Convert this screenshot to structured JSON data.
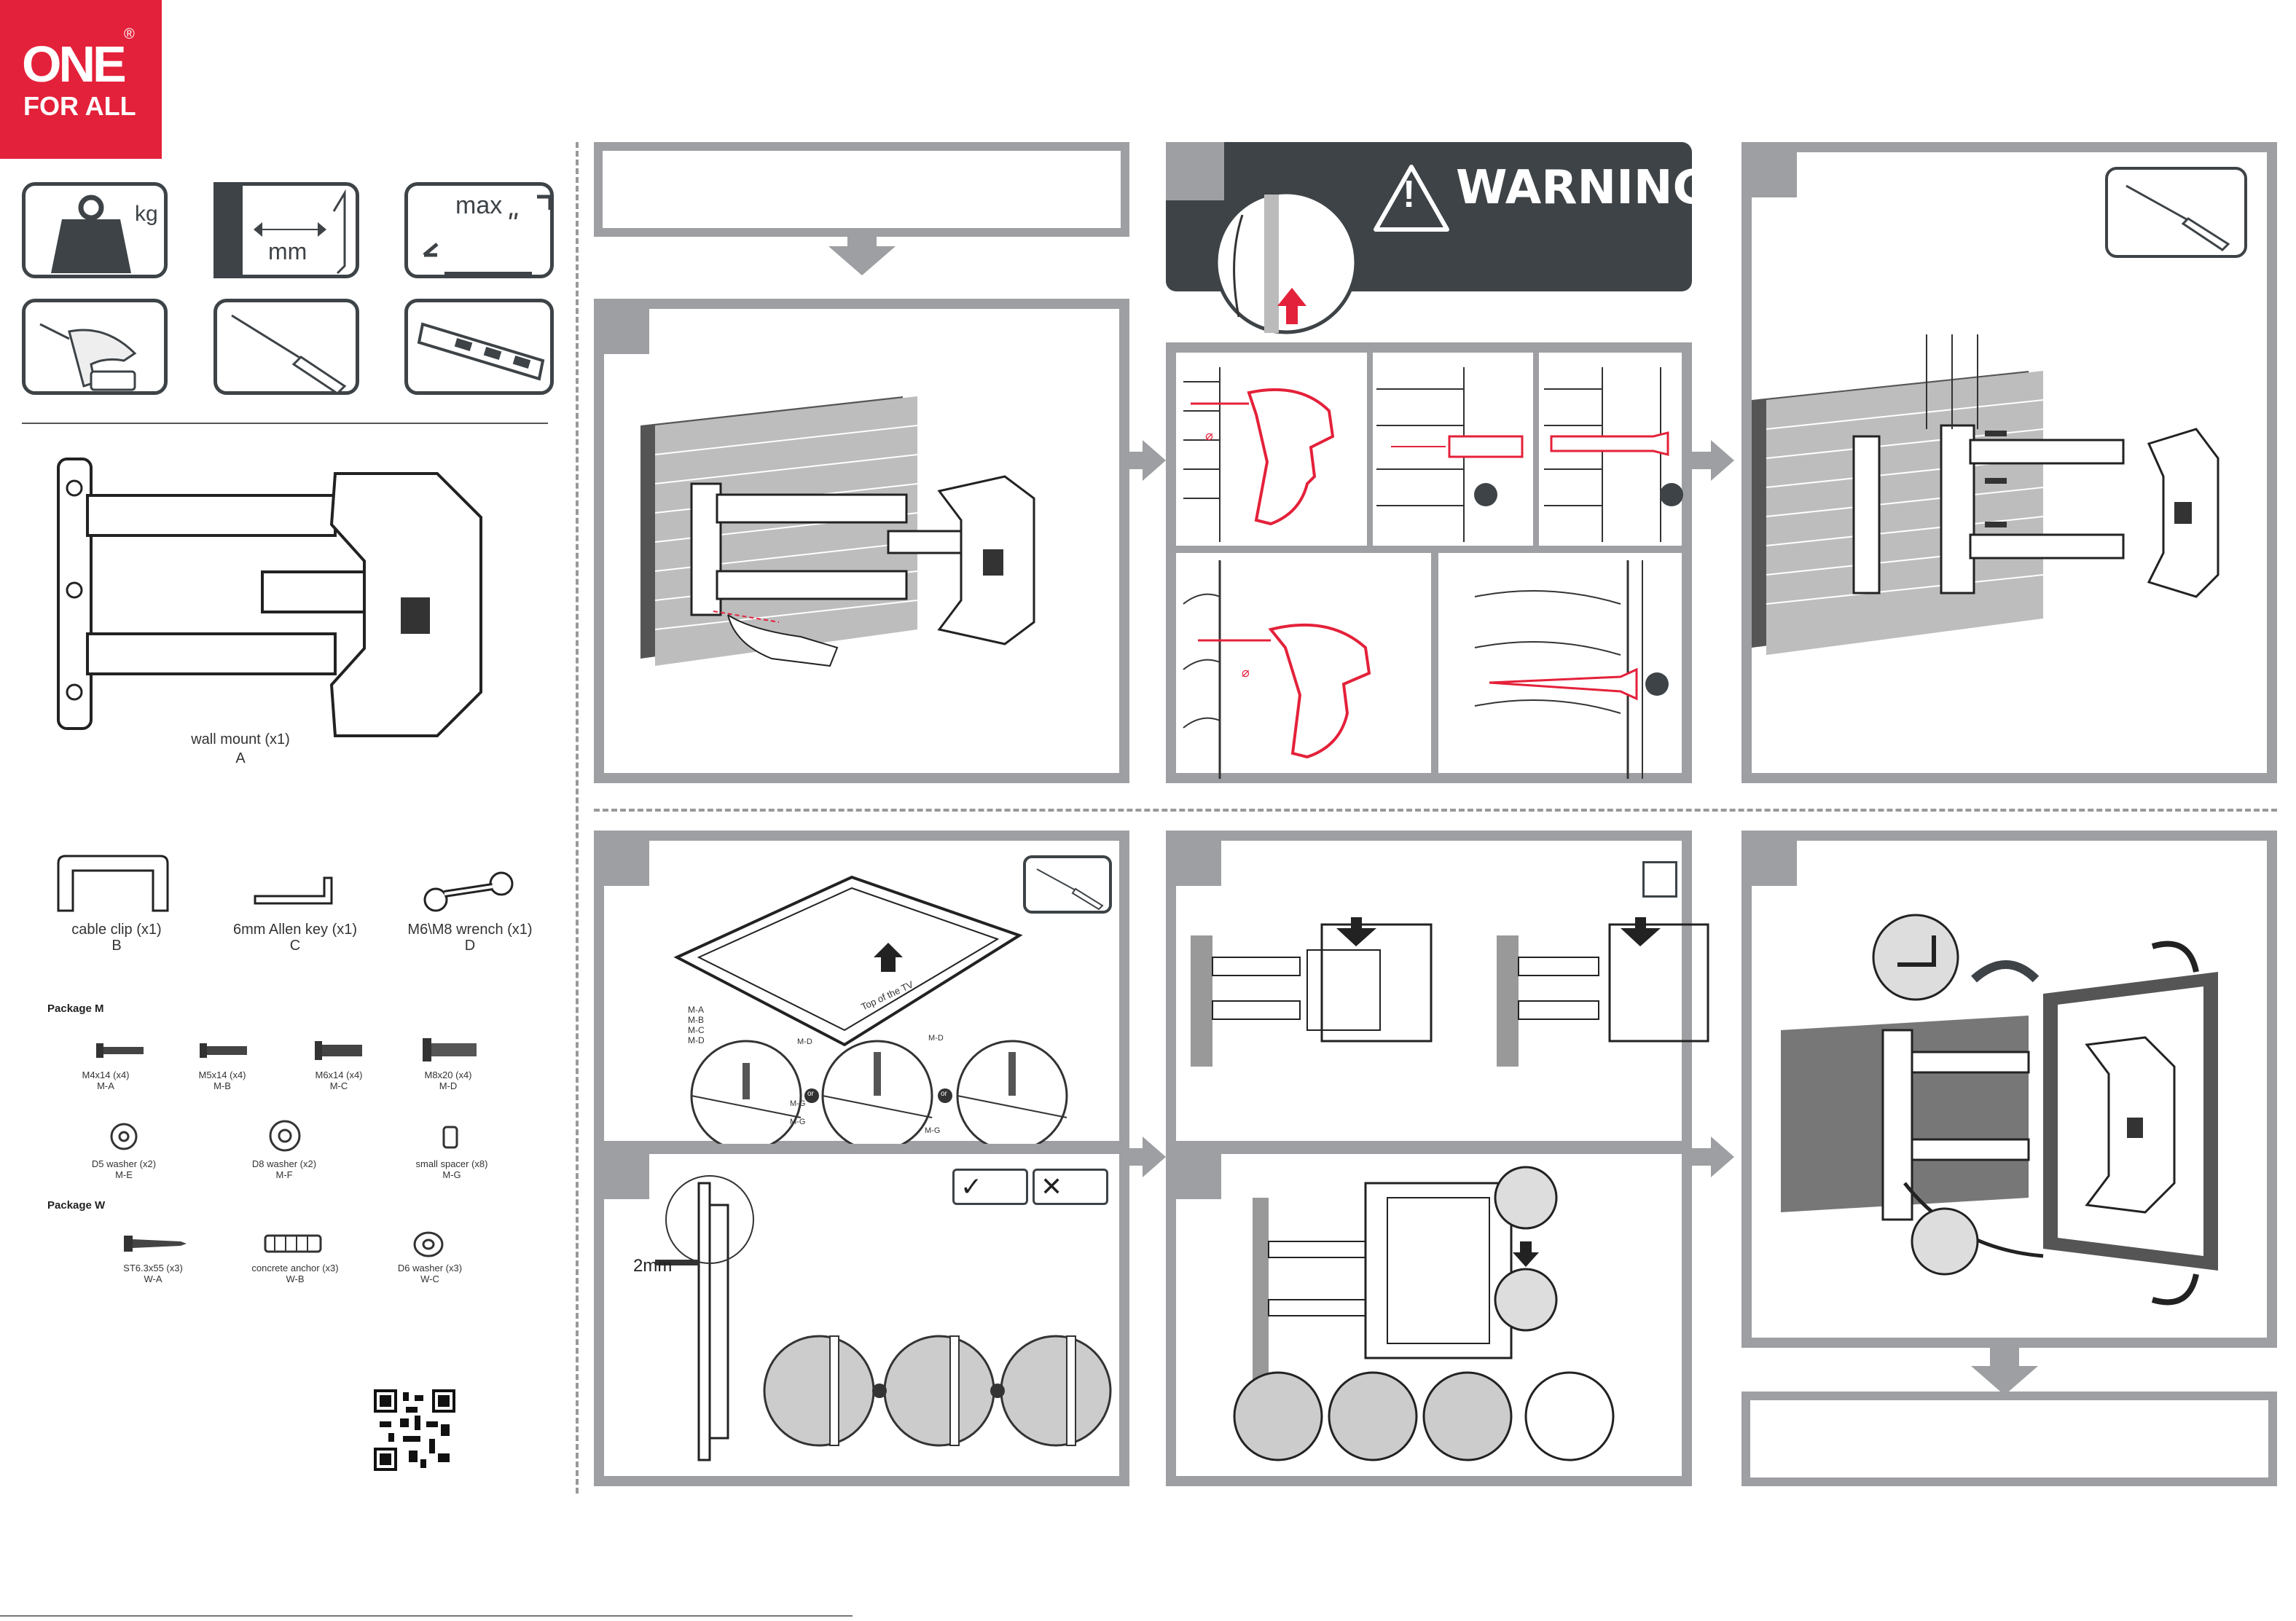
{
  "brand": {
    "line1": "ONE",
    "line2": "FOR ALL",
    "reg": "®",
    "color": "#e4213a"
  },
  "header_icons": [
    {
      "name": "weight-icon",
      "label": "kg"
    },
    {
      "name": "vesa-size-icon",
      "label": "mm"
    },
    {
      "name": "max-screen-icon",
      "label": "max",
      "unit": "\""
    },
    {
      "name": "drill-icon"
    },
    {
      "name": "screwdriver-icon"
    },
    {
      "name": "spirit-level-icon"
    }
  ],
  "parts": {
    "main": {
      "label": "wall mount  (x1)",
      "code": "A"
    },
    "items": [
      {
        "label": "cable clip (x1)",
        "code": "B"
      },
      {
        "label": "6mm Allen key (x1)",
        "code": "C"
      },
      {
        "label": "M6\\M8 wrench (x1)",
        "code": "D"
      }
    ]
  },
  "package_m": {
    "title": "Package M",
    "screws": [
      {
        "size": "M4x14 (x4)",
        "code": "M-A"
      },
      {
        "size": "M5x14 (x4)",
        "code": "M-B"
      },
      {
        "size": "M6x14 (x4)",
        "code": "M-C"
      },
      {
        "size": "M8x20 (x4)",
        "code": "M-D"
      }
    ],
    "washers": [
      {
        "size": "D5 washer (x2)",
        "code": "M-E"
      },
      {
        "size": "D8 washer (x2)",
        "code": "M-F"
      },
      {
        "size": "small spacer (x8)",
        "code": "M-G"
      }
    ]
  },
  "package_w": {
    "title": "Package W",
    "items": [
      {
        "size": "ST6.3x55  (x3)",
        "code": "W-A"
      },
      {
        "size": "concrete anchor (x3)",
        "code": "W-B"
      },
      {
        "size": "D6 washer (x3)",
        "code": "W-C"
      }
    ]
  },
  "warning": {
    "text": "WARNING",
    "symbol": "!"
  },
  "step_labels": {
    "screws_stack": [
      "M-A",
      "M-B",
      "M-C",
      "M-D"
    ],
    "md": "M-D",
    "mg": "M-G",
    "or": "or",
    "top_of_tv": "Top of the TV",
    "gap": "2mm",
    "diameter": "⌀"
  },
  "colors": {
    "panel_border": "#9d9fa2",
    "dark": "#3d4347",
    "accent": "#e4213a",
    "brick": "#bdbdbd"
  }
}
